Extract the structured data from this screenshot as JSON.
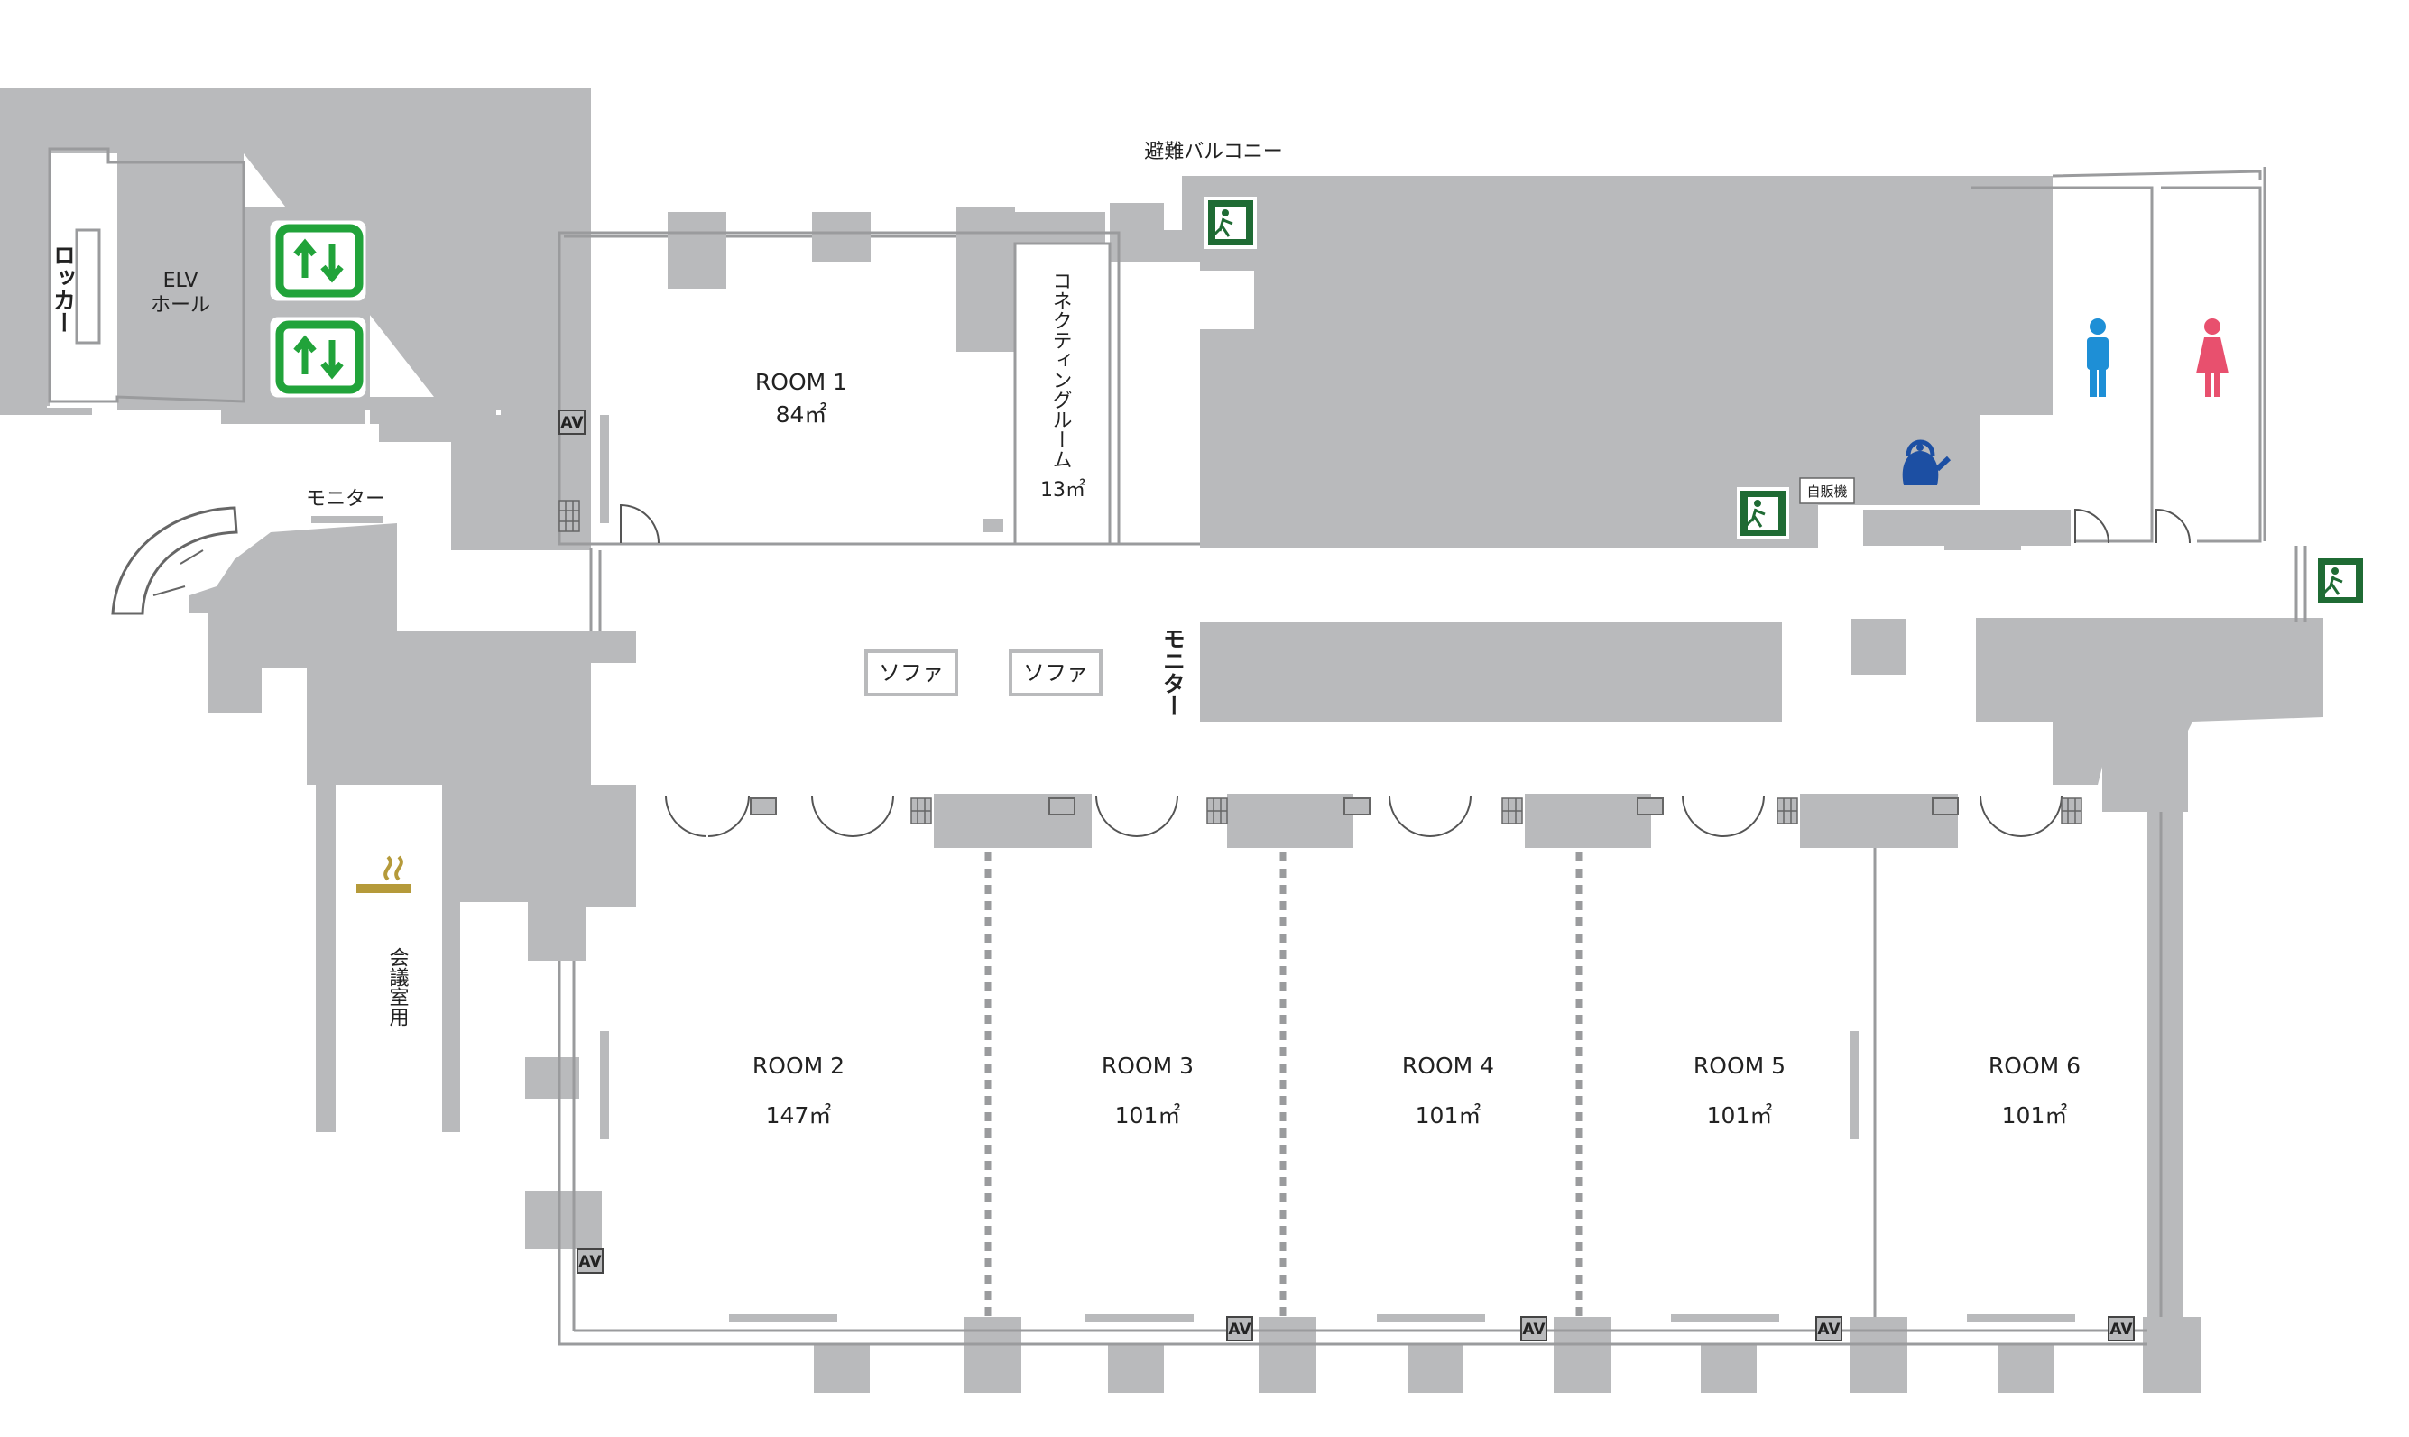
{
  "labels": {
    "locker": "ロッカー",
    "elv_hall_1": "ELV",
    "elv_hall_2": "ホール",
    "monitor_left": "モニター",
    "monitor_center": "モニター",
    "balcony": "避難バルコニー",
    "connecting_room": "コネクティングルーム",
    "connecting_area": "13㎡",
    "smoking_room": "会議室用",
    "vending": "自販機",
    "sofa_1": "ソファ",
    "sofa_2": "ソファ"
  },
  "rooms": [
    {
      "id": "room1",
      "name": "ROOM 1",
      "area": "84㎡"
    },
    {
      "id": "room2",
      "name": "ROOM 2",
      "area": "147㎡"
    },
    {
      "id": "room3",
      "name": "ROOM 3",
      "area": "101㎡"
    },
    {
      "id": "room4",
      "name": "ROOM 4",
      "area": "101㎡"
    },
    {
      "id": "room5",
      "name": "ROOM 5",
      "area": "101㎡"
    },
    {
      "id": "room6",
      "name": "ROOM 6",
      "area": "101㎡"
    }
  ],
  "av_label": "AV",
  "icons": {
    "elevator": "elevator-icon",
    "emergency_exit": "emergency-exit-icon",
    "male_restroom": "male-restroom-icon",
    "female_restroom": "female-restroom-icon",
    "kettle": "kettle-icon",
    "smoking": "smoking-icon"
  },
  "colors": {
    "wall": "#b9babc",
    "elevator_green": "#21a33a",
    "exit_green": "#1f6b34",
    "male_blue": "#1e8fd6",
    "female_pink": "#e8506e",
    "kettle_blue": "#1c4fa3",
    "smoking_gold": "#b59a3a"
  }
}
